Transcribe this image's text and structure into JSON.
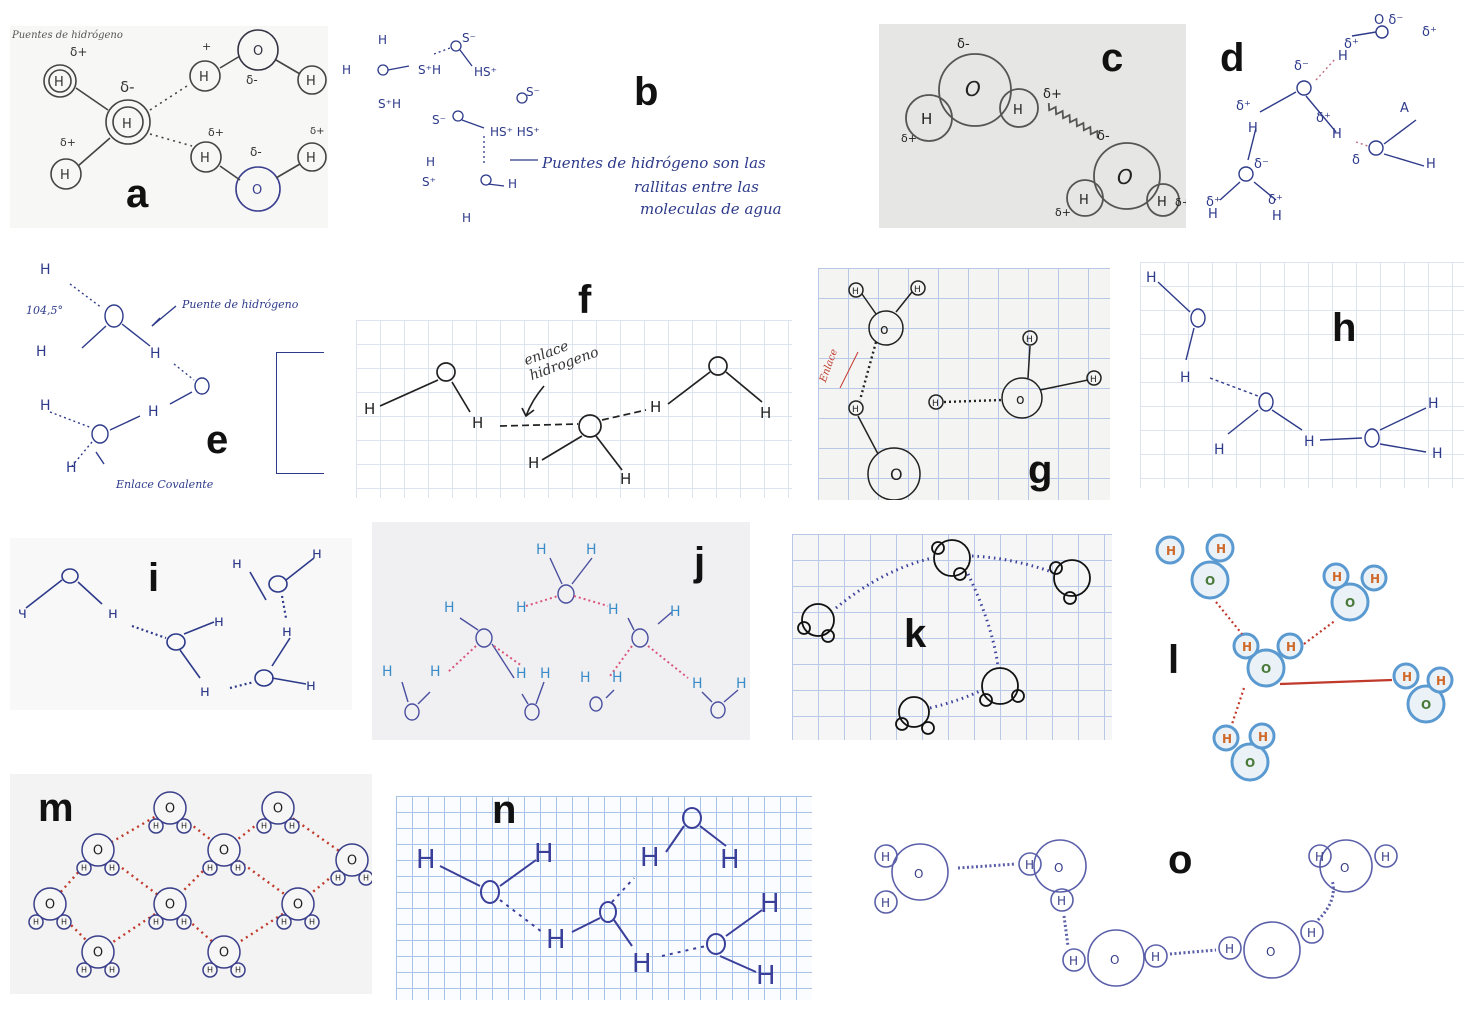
{
  "panels": [
    {
      "id": "a",
      "label": "a",
      "note": "Puentes de hidrógeno"
    },
    {
      "id": "b",
      "label": "b",
      "note_lines": [
        "Puentes de hidrógeno son las",
        "rallitas entre las",
        "moleculas de agua"
      ]
    },
    {
      "id": "c",
      "label": "c"
    },
    {
      "id": "d",
      "label": "d"
    },
    {
      "id": "e",
      "label": "e",
      "angle": "104,5°",
      "note_top": "Puente de hidrógeno",
      "note_bottom": "Enlace Covalente"
    },
    {
      "id": "f",
      "label": "f",
      "note": "enlace hidrogeno"
    },
    {
      "id": "g",
      "label": "g",
      "note": "Enlace"
    },
    {
      "id": "h",
      "label": "h"
    },
    {
      "id": "i",
      "label": "i"
    },
    {
      "id": "j",
      "label": "j"
    },
    {
      "id": "k",
      "label": "k"
    },
    {
      "id": "l",
      "label": "l"
    },
    {
      "id": "m",
      "label": "m"
    },
    {
      "id": "n",
      "label": "n"
    },
    {
      "id": "o",
      "label": "o"
    }
  ],
  "atoms": {
    "oxygen": "O",
    "hydrogen": "H",
    "delta_minus": "δ-",
    "delta_plus": "δ+"
  },
  "colors": {
    "ink_blue": "#2d3a8a",
    "pencil": "#333333",
    "red_dots": "#c0392b",
    "light_blue": "#4a90c8",
    "pink": "#d9557a"
  }
}
